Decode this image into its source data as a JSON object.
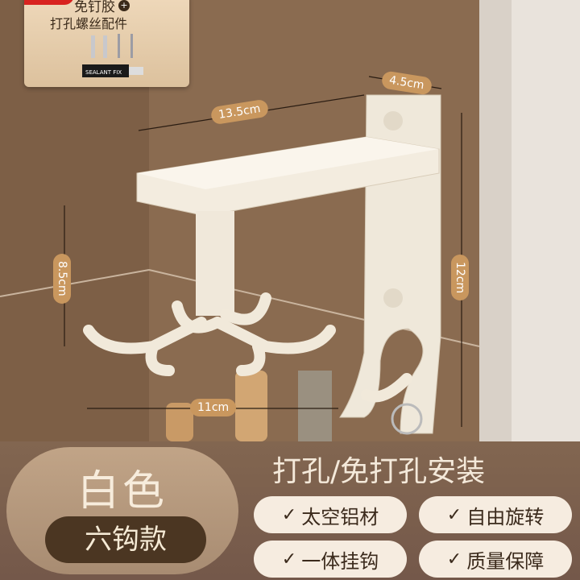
{
  "accessory_card": {
    "line1": "免钉胶",
    "plus": "+",
    "line2": "打孔螺丝配件",
    "tube_label": "SEALANT FIX"
  },
  "dimensions": {
    "depth": "13.5cm",
    "width": "4.5cm",
    "hook_height": "8.5cm",
    "height": "12cm",
    "hook_span": "11cm"
  },
  "variant": {
    "color": "白色",
    "style": "六钩款"
  },
  "install": "打孔/免打孔安装",
  "features": [
    {
      "icon": "check-icon",
      "label": "太空铝材"
    },
    {
      "icon": "check-icon",
      "label": "自由旋转"
    },
    {
      "icon": "check-icon",
      "label": "一体挂钩"
    },
    {
      "icon": "check-icon",
      "label": "质量保障"
    }
  ],
  "check_glyph": "✓"
}
